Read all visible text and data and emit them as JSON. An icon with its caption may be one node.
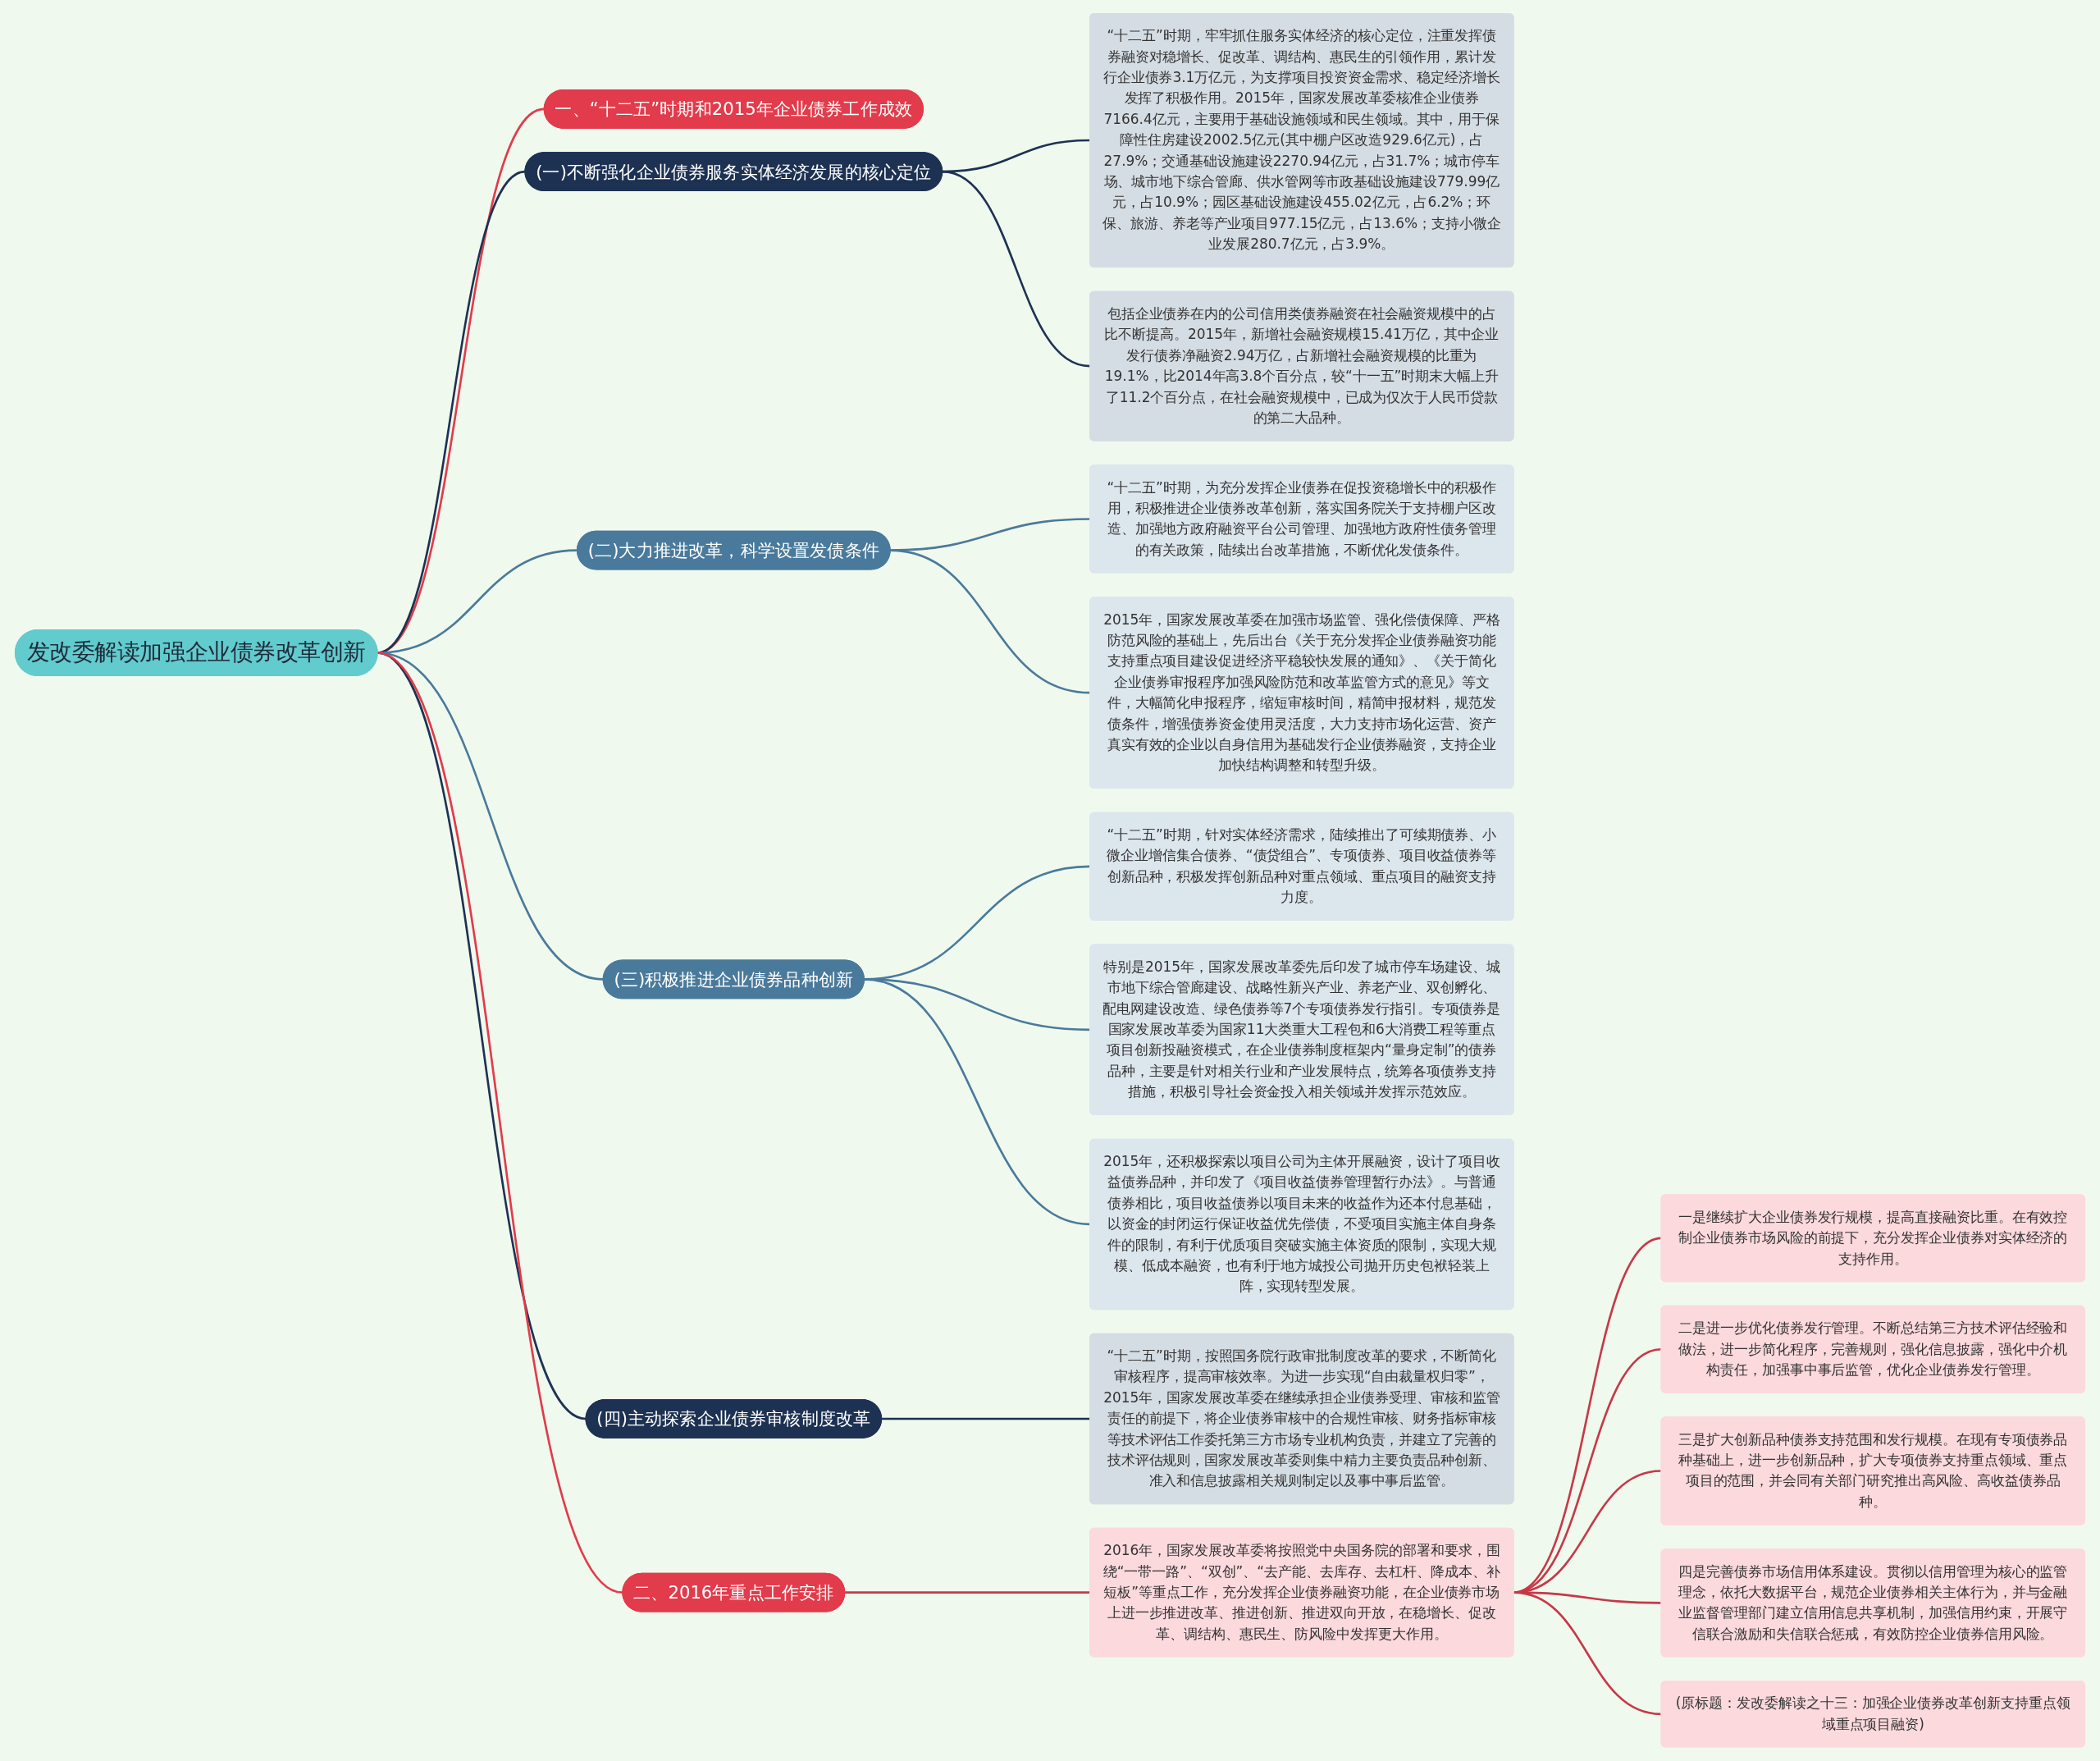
{
  "diagram": {
    "nodes": [
      {
        "text": [
          "发改委解读加强企业债券改革创新"
        ]
      },
      {
        "text": [
          "一、“十二五”时期和2015年企业债券工作成效"
        ]
      },
      {
        "text": [
          "(一)不断强化企业债券服务实体经济发展的核心定位"
        ]
      },
      {
        "text": [
          "“十二五”时期，牢牢抓住服务实体经济的核心定位，注重发挥债券融资对稳增长、促改革、调结构、惠民生的引领作用，累计发行企业债券3.1万亿元，为支撑项目投资资金需求、稳定经济增长发挥了积极作用。2015年，国家发展改革委核准企业债券7166.4亿元，主要用于基础设施领域和民生领域。其中，用于保障性住房建设2002.5亿元(其中棚户区改造929.6亿元)，占27.9%；交通基础设施建设2270.94亿元，占31.7%；城市停车场、城市地下综合管廊、供水管网等市政基础设施建设779.99亿元，占10.9%；园区基础设施建设455.02亿元，占6.2%；环保、旅游、养老等产业项目977.15亿元，占13.6%；支持小微企业发展280.7亿元，占3.9%。"
        ]
      },
      {
        "text": [
          "包括企业债券在内的公司信用类债券融资在社会融资规模中的占比不断提高。2015年，新增社会融资规模15.41万亿，其中企业发行债券净融资2.94万亿，占新增社会融资规模的比重为19.1%，比2014年高3.8个百分点，较“十一五”时期末大幅上升了11.2个百分点，在社会融资规模中，已成为仅次于人民币贷款的第二大品种。"
        ]
      },
      {
        "text": [
          "(二)大力推进改革，科学设置发债条件"
        ]
      },
      {
        "text": [
          "“十二五”时期，为充分发挥企业债券在促投资稳增长中的积极作用，积极推进企业债券改革创新，落实国务院关于支持棚户区改造、加强地方政府融资平台公司管理、加强地方政府性债务管理的有关政策，陆续出台改革措施，不断优化发债条件。"
        ]
      },
      {
        "text": [
          "2015年，国家发展改革委在加强市场监管、强化偿债保障、严格防范风险的基础上，先后出台《关于充分发挥企业债券融资功能支持重点项目建设促进经济平稳较快发展的通知》、《关于简化企业债券审报程序加强风险防范和改革监管方式的意见》等文件，大幅简化申报程序，缩短审核时间，精简申报材料，规范发债条件，增强债券资金使用灵活度，大力支持市场化运营、资产真实有效的企业以自身信用为基础发行企业债券融资，支持企业加快结构调整和转型升级。"
        ]
      },
      {
        "text": [
          "(三)积极推进企业债券品种创新"
        ]
      },
      {
        "text": [
          "“十二五”时期，针对实体经济需求，陆续推出了可续期债券、小微企业增信集合债券、“债贷组合”、专项债券、项目收益债券等创新品种，积极发挥创新品种对重点领域、重点项目的融资支持力度。"
        ]
      },
      {
        "text": [
          "特别是2015年，国家发展改革委先后印发了城市停车场建设、城市地下综合管廊建设、战略性新兴产业、养老产业、双创孵化、配电网建设改造、绿色债券等7个专项债券发行指引。专项债券是国家发展改革委为国家11大类重大工程包和6大消费工程等重点项目创新投融资模式，在企业债券制度框架内“量身定制”的债券品种，主要是针对相关行业和产业发展特点，统筹各项债券支持措施，积极引导社会资金投入相关领域并发挥示范效应。"
        ]
      },
      {
        "text": [
          "2015年，还积极探索以项目公司为主体开展融资，设计了项目收益债券品种，并印发了《项目收益债券管理暂行办法》。与普通债券相比，项目收益债券以项目未来的收益作为还本付息基础，以资金的封闭运行保证收益优先偿债，不受项目实施主体自身条件的限制，有利于优质项目突破实施主体资质的限制，实现大规模、低成本融资，也有利于地方城投公司抛开历史包袱轻装上阵，实现转型发展。"
        ]
      },
      {
        "text": [
          "(四)主动探索企业债券审核制度改革"
        ]
      },
      {
        "text": [
          "“十二五”时期，按照国务院行政审批制度改革的要求，不断简化审核程序，提高审核效率。为进一步实现“自由裁量权归零”，2015年，国家发展改革委在继续承担企业债券受理、审核和监管责任的前提下，将企业债券审核中的合规性审核、财务指标审核等技术评估工作委托第三方市场专业机构负责，并建立了完善的技术评估规则，国家发展改革委则集中精力主要负责品种创新、准入和信息披露相关规则制定以及事中事后监管。"
        ]
      },
      {
        "text": [
          "二、2016年重点工作安排"
        ]
      },
      {
        "text": [
          "2016年，国家发展改革委将按照党中央国务院的部署和要求，围绕“一带一路”、“双创”、“去产能、去库存、去杠杆、降成本、补短板”等重点工作，充分发挥企业债券融资功能，在企业债券市场上进一步推进改革、推进创新、推进双向开放，在稳增长、促改革、调结构、惠民生、防风险中发挥更大作用。"
        ]
      },
      {
        "text": [
          "一是继续扩大企业债券发行规模，提高直接融资比重。在有效控制企业债券市场风险的前提下，充分发挥企业债券对实体经济的支持作用。"
        ]
      },
      {
        "text": [
          "二是进一步优化债券发行管理。不断总结第三方技术评估经验和做法，进一步简化程序，完善规则，强化信息披露，强化中介机构责任，加强事中事后监管，优化企业债券发行管理。"
        ]
      },
      {
        "text": [
          "三是扩大创新品种债券支持范围和发行规模。在现有专项债券品种基础上，进一步创新品种，扩大专项债券支持重点领域、重点项目的范围，并会同有关部门研究推出高风险、高收益债券品种。"
        ]
      },
      {
        "text": [
          "四是完善债券市场信用体系建设。贯彻以信用管理为核心的监管理念，依托大数据平台，规范企业债券相关主体行为，并与金融业监督管理部门建立信用信息共享机制，加强信用约束，开展守信联合激励和失信联合惩戒，有效防控企业债券信用风险。"
        ]
      },
      {
        "text": [
          "(原标题：发改委解读之十三：加强企业债券改革创新支持重点领域重点项目融资)"
        ]
      }
    ],
    "edges": [
      {
        "from": 0,
        "to": 1,
        "arrow": "none",
        "color": "#e23b4b"
      },
      {
        "from": 0,
        "to": 2,
        "arrow": "none",
        "color": "#1d3253"
      },
      {
        "from": 2,
        "to": 3,
        "arrow": "none",
        "color": "#1d3253"
      },
      {
        "from": 2,
        "to": 4,
        "arrow": "none",
        "color": "#1d3253"
      },
      {
        "from": 0,
        "to": 5,
        "arrow": "none",
        "color": "#4a7a9b"
      },
      {
        "from": 5,
        "to": 6,
        "arrow": "none",
        "color": "#4a7a9b"
      },
      {
        "from": 5,
        "to": 7,
        "arrow": "none",
        "color": "#4a7a9b"
      },
      {
        "from": 0,
        "to": 8,
        "arrow": "none",
        "color": "#4a7a9b"
      },
      {
        "from": 8,
        "to": 9,
        "arrow": "none",
        "color": "#4a7a9b"
      },
      {
        "from": 8,
        "to": 10,
        "arrow": "none",
        "color": "#4a7a9b"
      },
      {
        "from": 8,
        "to": 11,
        "arrow": "none",
        "color": "#4a7a9b"
      },
      {
        "from": 0,
        "to": 12,
        "arrow": "none",
        "color": "#1d3253"
      },
      {
        "from": 12,
        "to": 13,
        "arrow": "none",
        "color": "#1d3253"
      },
      {
        "from": 0,
        "to": 14,
        "arrow": "none",
        "color": "#e23b4b"
      },
      {
        "from": 14,
        "to": 15,
        "arrow": "none",
        "color": "#c73848"
      },
      {
        "from": 15,
        "to": 16,
        "arrow": "none",
        "color": "#c73848"
      },
      {
        "from": 15,
        "to": 17,
        "arrow": "none",
        "color": "#c73848"
      },
      {
        "from": 15,
        "to": 18,
        "arrow": "none",
        "color": "#c73848"
      },
      {
        "from": 15,
        "to": 19,
        "arrow": "none",
        "color": "#c73848"
      },
      {
        "from": 15,
        "to": 20,
        "arrow": "none",
        "color": "#c73848"
      }
    ]
  }
}
